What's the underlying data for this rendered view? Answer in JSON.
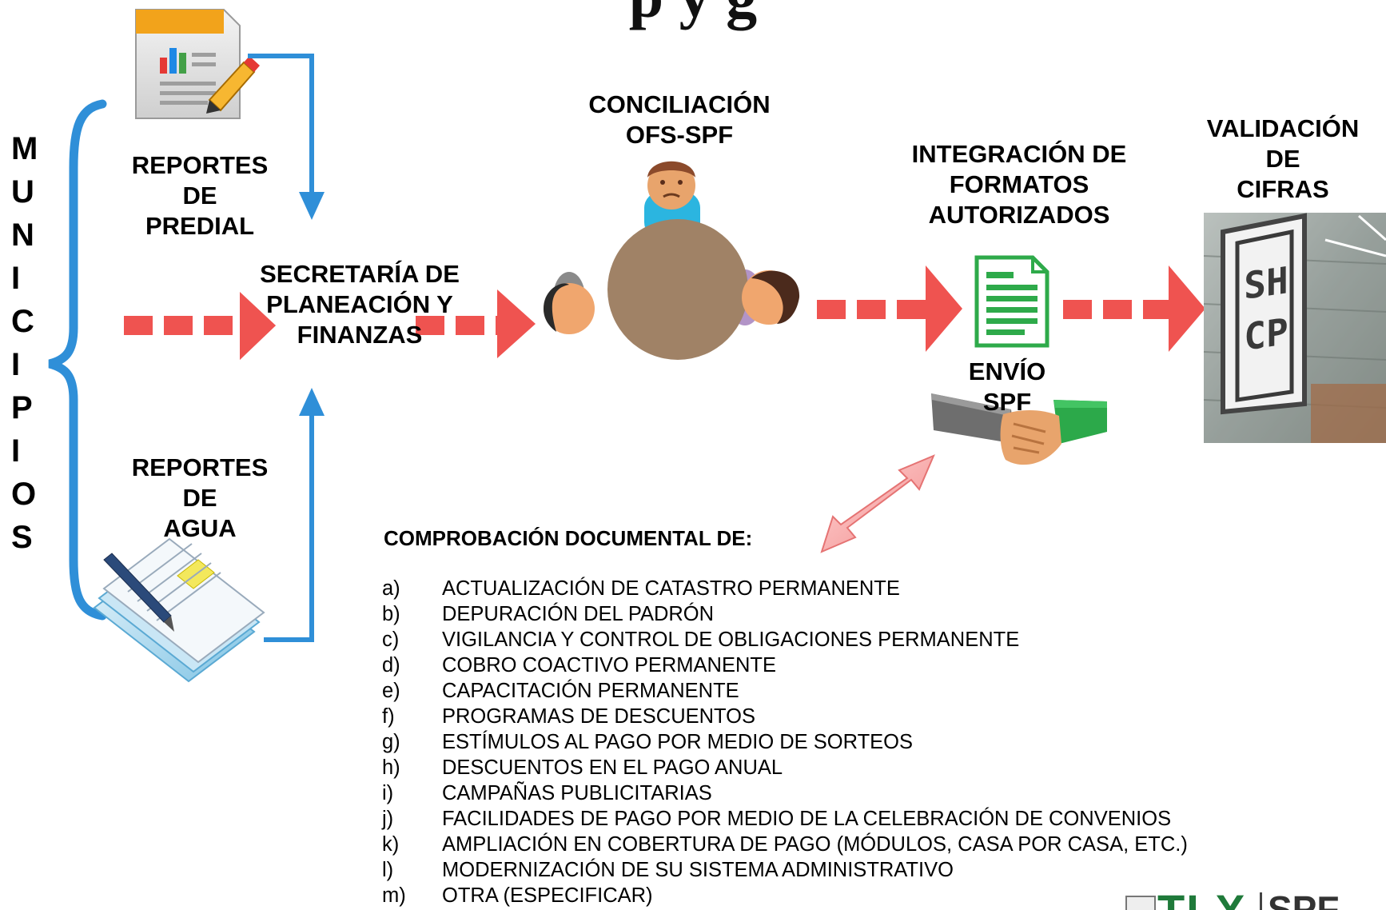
{
  "title_fragment": "p                              y  g",
  "side_label": [
    "M",
    "U",
    "N",
    "I",
    "C",
    "I",
    "P",
    "I",
    "O",
    "S"
  ],
  "reportes_predial": [
    "REPORTES",
    "DE",
    "PREDIAL"
  ],
  "reportes_agua": [
    "REPORTES",
    "DE",
    "AGUA"
  ],
  "secretaria": [
    "SECRETARÍA DE",
    "PLANEACIÓN Y",
    "FINANZAS"
  ],
  "conciliacion": [
    "CONCILIACIÓN",
    "OFS-SPF"
  ],
  "integracion": [
    "INTEGRACIÓN DE",
    "FORMATOS",
    "AUTORIZADOS"
  ],
  "envio": [
    "ENVÍO",
    "SPF"
  ],
  "validacion": [
    "VALIDACIÓN",
    "DE",
    "CIFRAS"
  ],
  "building_sign": [
    "SH",
    "CP"
  ],
  "comprobacion_title": "COMPROBACIÓN DOCUMENTAL DE:",
  "items": [
    {
      "key": "a)",
      "text": "ACTUALIZACIÓN DE CATASTRO PERMANENTE"
    },
    {
      "key": "b)",
      "text": "DEPURACIÓN DEL PADRÓN"
    },
    {
      "key": "c)",
      "text": "VIGILANCIA Y CONTROL DE OBLIGACIONES PERMANENTE"
    },
    {
      "key": "d)",
      "text": "COBRO COACTIVO PERMANENTE"
    },
    {
      "key": "e)",
      "text": "CAPACITACIÓN PERMANENTE"
    },
    {
      "key": "f)",
      "text": "PROGRAMAS DE DESCUENTOS"
    },
    {
      "key": "g)",
      "text": "ESTÍMULOS AL PAGO POR MEDIO DE SORTEOS"
    },
    {
      "key": "h)",
      "text": "DESCUENTOS EN EL PAGO ANUAL"
    },
    {
      "key": "i)",
      "text": "CAMPAÑAS PUBLICITARIAS"
    },
    {
      "key": "j)",
      "text": "FACILIDADES DE PAGO POR MEDIO DE LA CELEBRACIÓN DE CONVENIOS"
    },
    {
      "key": "k)",
      "text": "AMPLIACIÓN EN COBERTURA DE PAGO (MÓDULOS, CASA POR CASA, ETC.)"
    },
    {
      "key": "l)",
      "text": "MODERNIZACIÓN DE SU SISTEMA ADMINISTRATIVO"
    },
    {
      "key": "m)",
      "text": "OTRA (ESPECIFICAR)"
    }
  ],
  "logo_text": [
    "TLX",
    "SPF"
  ],
  "colors": {
    "arrow_red": "#ef5350",
    "brace_blue": "#2f8fd8",
    "connector_blue": "#2f8fd8",
    "table_brown": "#a08266",
    "doc_green": "#2eaa4a"
  }
}
